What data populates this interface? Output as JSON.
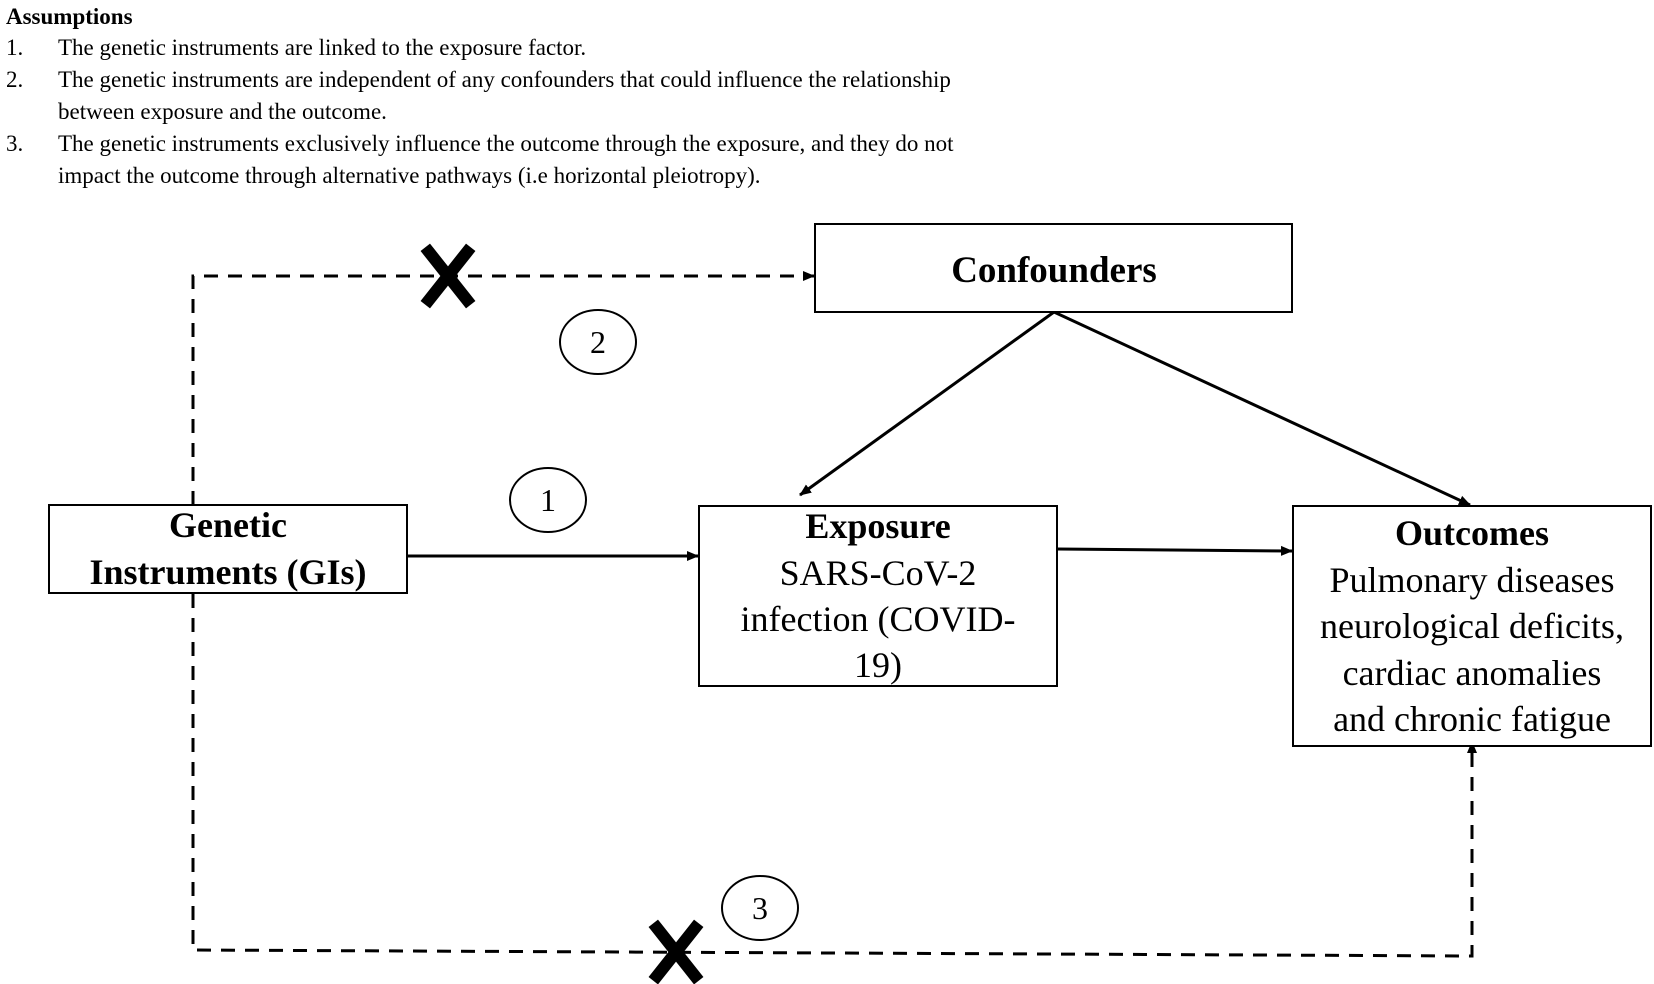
{
  "assumptions": {
    "heading": "Assumptions",
    "items": [
      {
        "num": "1.",
        "lines": [
          "The genetic instruments are linked to the exposure factor."
        ]
      },
      {
        "num": "2.",
        "lines": [
          "The genetic instruments are independent of any confounders that could influence the relationship",
          "between exposure and the outcome."
        ]
      },
      {
        "num": "3.",
        "lines": [
          "The genetic instruments exclusively influence the outcome through the exposure, and they do not",
          "impact the outcome through alternative pathways (i.e horizontal pleiotropy)."
        ]
      }
    ]
  },
  "nodes": {
    "confounders": {
      "title": "Confounders"
    },
    "genetic": {
      "title_lines": [
        "Genetic",
        "Instruments (GIs)"
      ]
    },
    "exposure": {
      "title": "Exposure",
      "lines": [
        "SARS-CoV-2",
        "infection (COVID-",
        "19)"
      ]
    },
    "outcomes": {
      "title": "Outcomes",
      "lines": [
        "Pulmonary diseases",
        "neurological deficits,",
        "cardiac anomalies",
        "and chronic fatigue"
      ]
    }
  },
  "markers": {
    "one": "1",
    "two": "2",
    "three": "3"
  },
  "colors": {
    "stroke": "#000000",
    "background": "#ffffff"
  }
}
